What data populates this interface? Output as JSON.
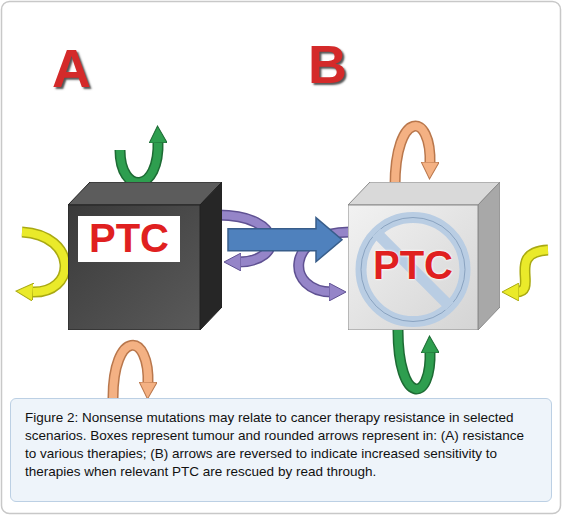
{
  "diagram": {
    "caption": "Figure 2: Nonsense mutations may relate to cancer therapy resistance in selected scenarios. Boxes represent tumour and rounded arrows represent in: (A) resistance to various therapies; (B) arrows are reversed to indicate increased sensitivity to therapies when relevant PTC are rescued by read through.",
    "nodes": [
      {
        "text": [
          "PTC"
        ]
      },
      {
        "text": [
          "PTC"
        ]
      }
    ],
    "edges": [
      {
        "from": 0,
        "to": 1,
        "arrow": "to"
      }
    ],
    "labels": [
      "A",
      "B"
    ]
  }
}
